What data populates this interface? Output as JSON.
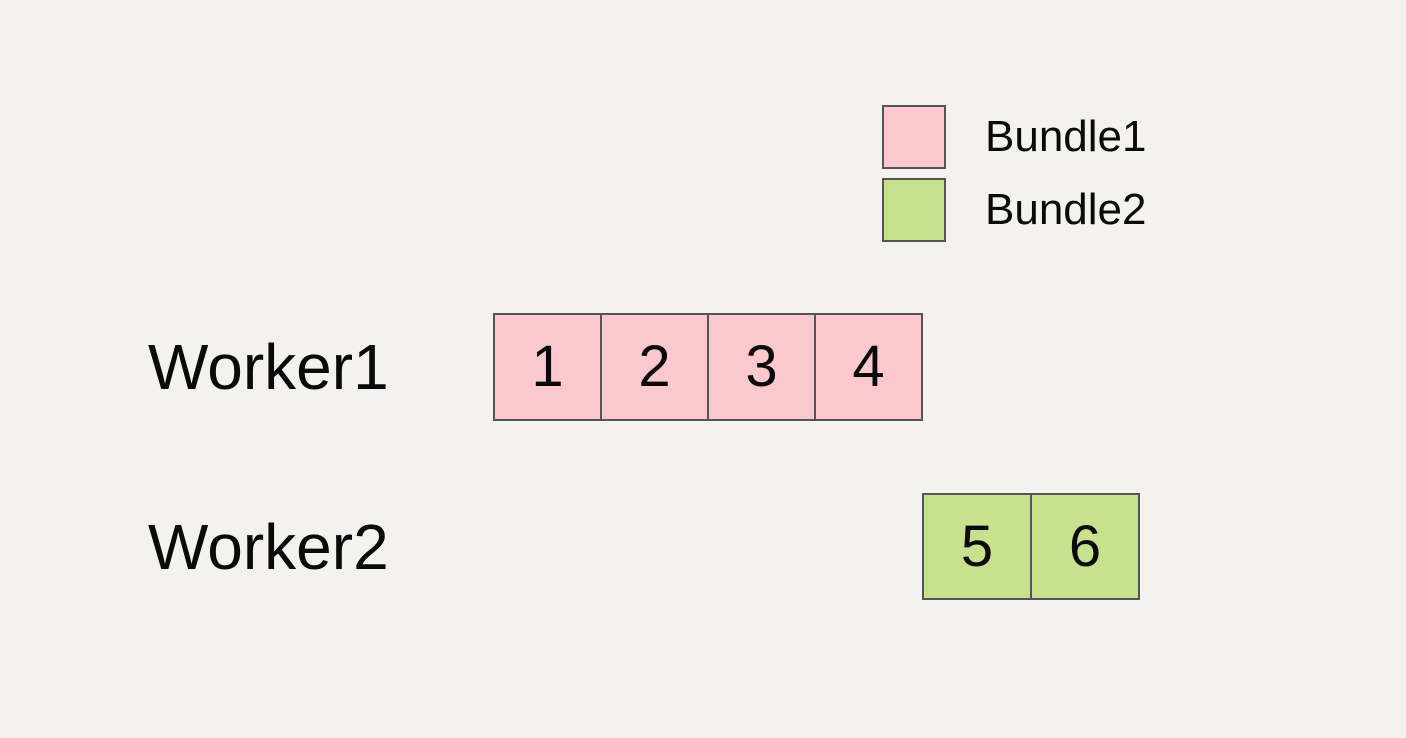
{
  "colors": {
    "background": "#f4f2ee",
    "bundle1": "#fbc8ce",
    "bundle2": "#c8e18f",
    "border": "#555555",
    "text": "#0a0a0a"
  },
  "legend": {
    "items": [
      {
        "label": "Bundle1",
        "color": "#fbc8ce"
      },
      {
        "label": "Bundle2",
        "color": "#c8e18f"
      }
    ]
  },
  "rows": [
    {
      "worker": "Worker1",
      "bundle": "Bundle1",
      "tasks": [
        "1",
        "2",
        "3",
        "4"
      ]
    },
    {
      "worker": "Worker2",
      "bundle": "Bundle2",
      "tasks": [
        "5",
        "6"
      ]
    }
  ]
}
